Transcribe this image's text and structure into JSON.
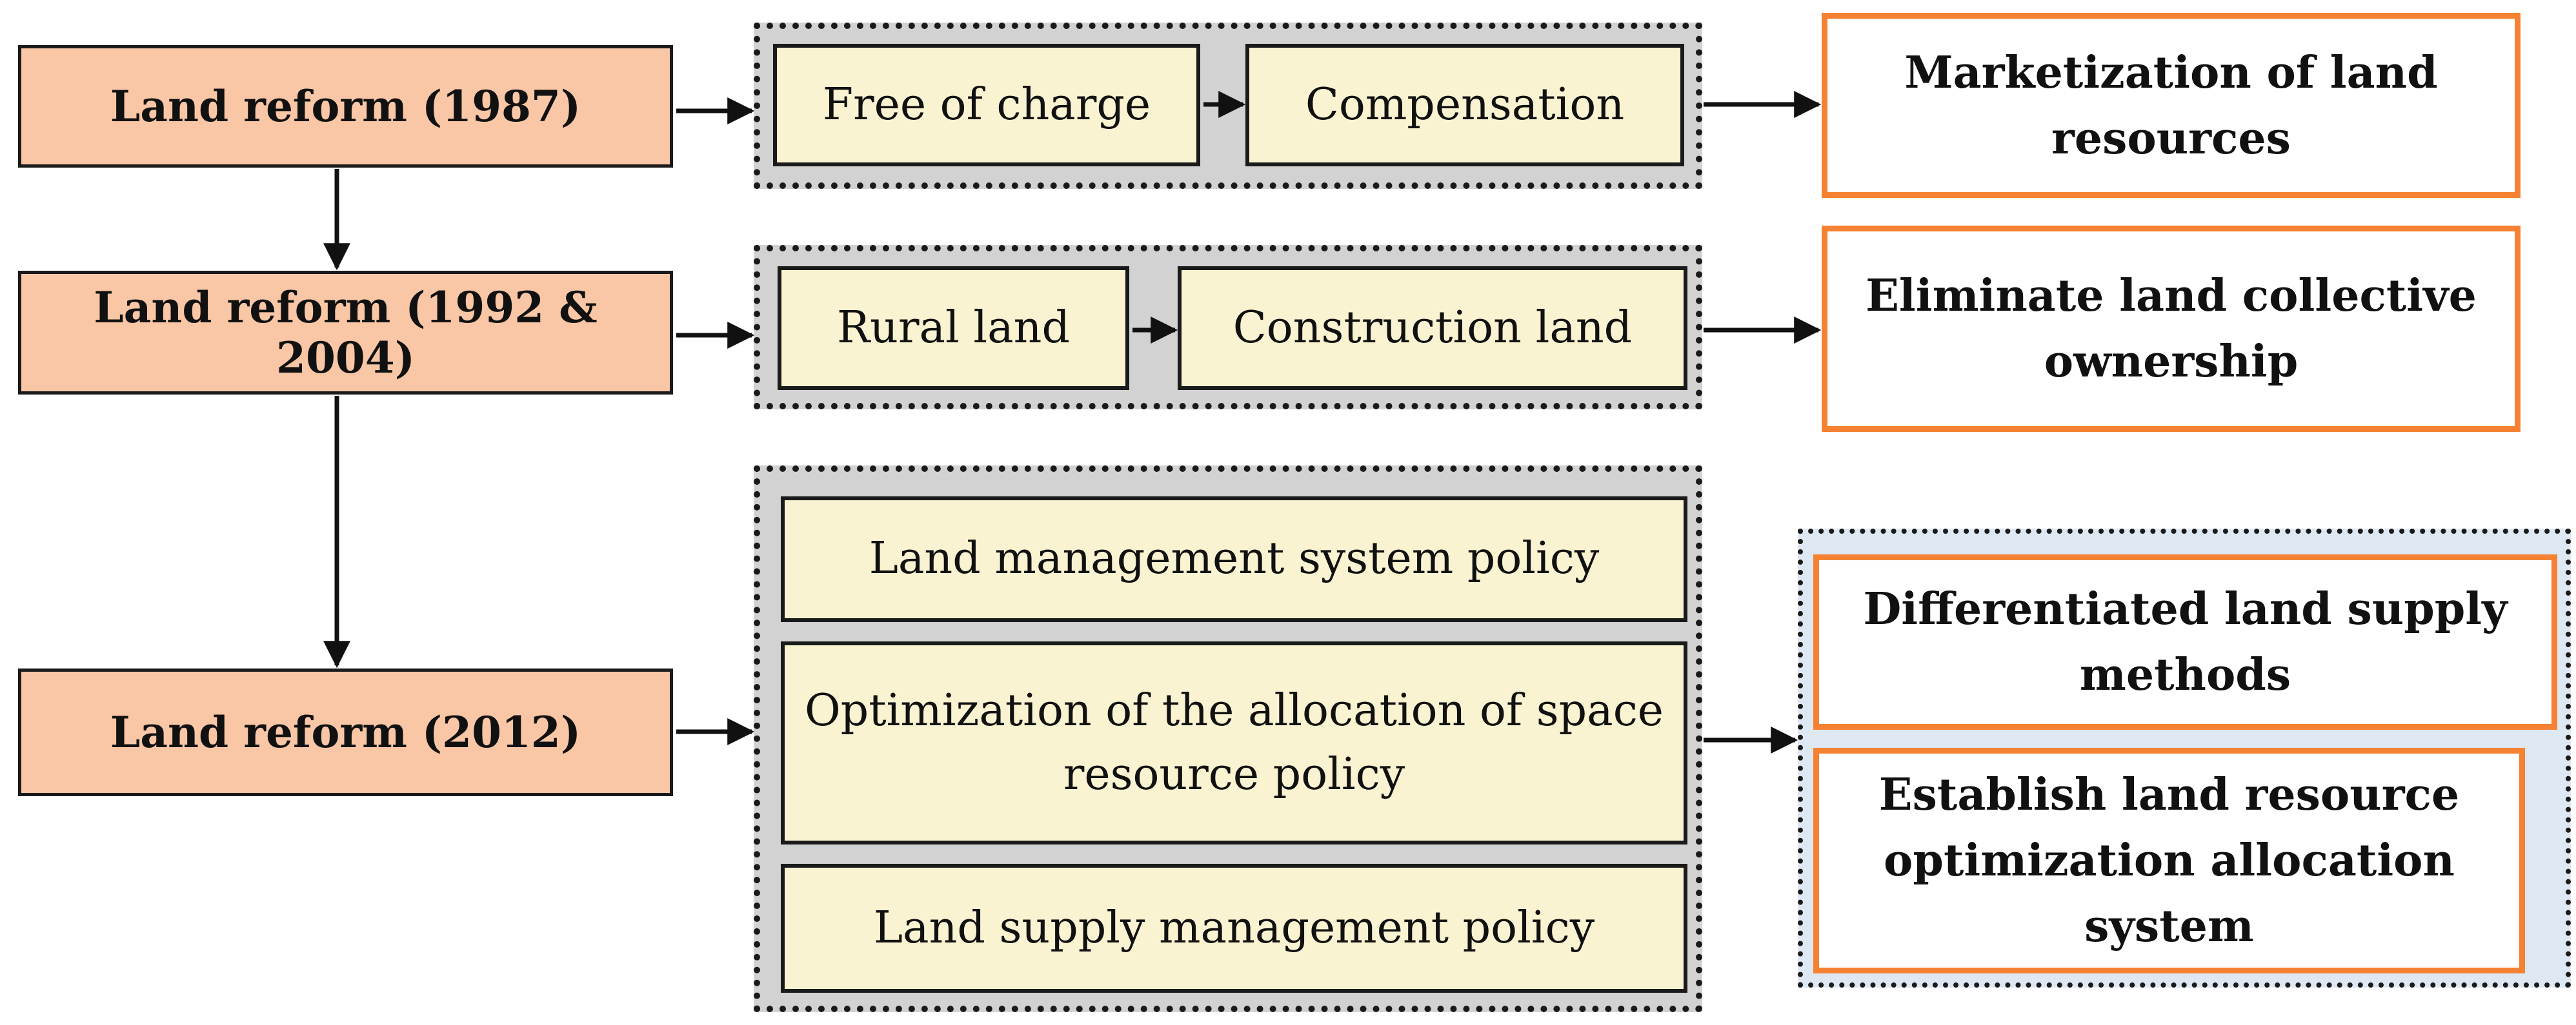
{
  "reforms": [
    {
      "label": "Land reform (1987)"
    },
    {
      "label": "Land reform (1992 & 2004)"
    },
    {
      "label": "Land reform (2012)"
    }
  ],
  "policies": {
    "row1": [
      "Free of charge",
      "Compensation"
    ],
    "row2": [
      "Rural land",
      "Construction land"
    ],
    "row3": [
      "Land management system policy",
      "Optimization of the allocation of space resource policy",
      "Land supply management policy"
    ]
  },
  "outcomes": {
    "row1": "Marketization of land resources",
    "row2": "Eliminate land collective ownership",
    "row3": [
      "Differentiated land supply methods",
      "Establish land resource optimization allocation system"
    ]
  },
  "colors": {
    "reform_fill": "#f9c6a6",
    "group_fill": "#d2d2d2",
    "policy_fill": "#faf3d1",
    "outcome_border": "#f58232",
    "outcome_group_fill": "#dde8f3"
  }
}
